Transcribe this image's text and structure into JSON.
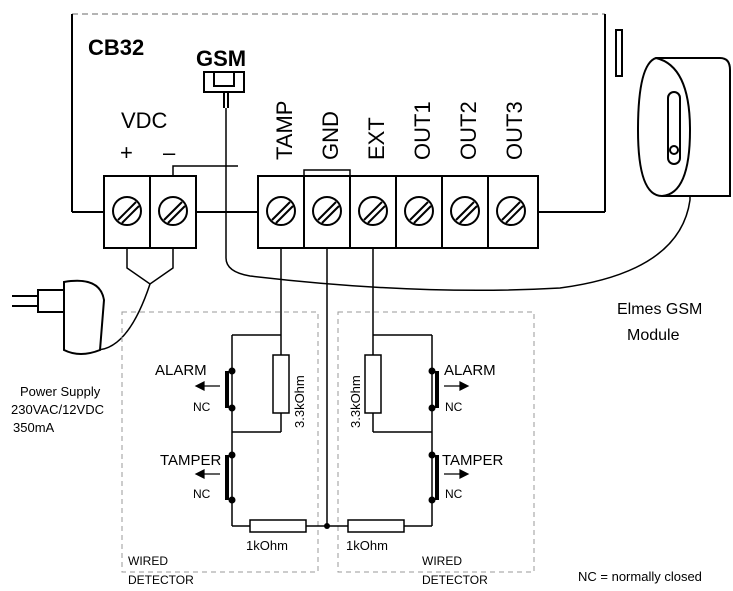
{
  "controller": {
    "name": "CB32",
    "gsm_label": "GSM",
    "vdc_label": "VDC",
    "vdc_plus": "+",
    "vdc_minus": "–",
    "terminals": [
      "TAMP",
      "GND",
      "EXT",
      "OUT1",
      "OUT2",
      "OUT3"
    ]
  },
  "gsm_module": {
    "line1": "Elmes GSM",
    "line2": "Module"
  },
  "power_supply": {
    "line1": "Power Supply",
    "line2": "230VAC/12VDC",
    "line3": "350mA"
  },
  "detector_left": {
    "alarm": "ALARM",
    "alarm_nc": "NC",
    "tamper": "TAMPER",
    "tamper_nc": "NC",
    "resistor_parallel": "3.3kOhm",
    "resistor_series": "1kOhm",
    "caption1": "WIRED",
    "caption2": "DETECTOR"
  },
  "detector_right": {
    "alarm": "ALARM",
    "alarm_nc": "NC",
    "tamper": "TAMPER",
    "tamper_nc": "NC",
    "resistor_parallel": "3.3kOhm",
    "resistor_series": "1kOhm",
    "caption1": "WIRED",
    "caption2": "DETECTOR"
  },
  "legend": "NC = normally closed"
}
